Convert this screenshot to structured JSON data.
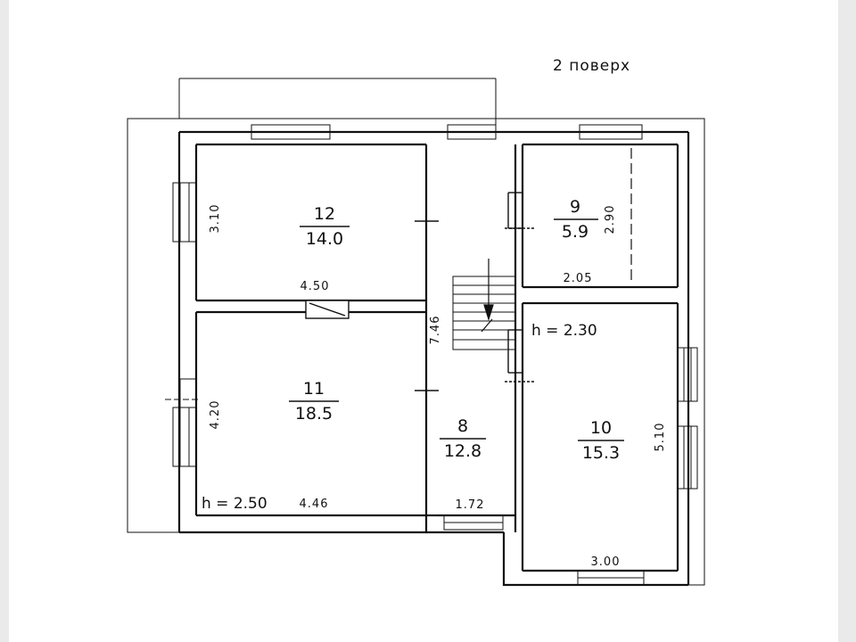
{
  "document": {
    "type": "floor-plan",
    "title": "2  поверх",
    "language": "uk",
    "background_color": "#eaeaea",
    "paper_color": "#ffffff",
    "ink_color": "#111111"
  },
  "rooms": [
    {
      "id": "room-12",
      "number": "12",
      "area": "14.0",
      "dim_vertical": "3.10",
      "dim_horizontal": "4.50",
      "height_note": ""
    },
    {
      "id": "room-11",
      "number": "11",
      "area": "18.5",
      "dim_vertical": "4.20",
      "dim_horizontal": "4.46",
      "height_note": "h = 2.50"
    },
    {
      "id": "room-8",
      "number": "8",
      "area": "12.8",
      "dim_vertical": "7.46",
      "dim_horizontal": "1.72",
      "height_note": ""
    },
    {
      "id": "room-9",
      "number": "9",
      "area": "5.9",
      "dim_vertical": "2.90",
      "dim_horizontal": "2.05",
      "height_note": ""
    },
    {
      "id": "room-10",
      "number": "10",
      "area": "15.3",
      "dim_vertical": "5.10",
      "dim_horizontal": "3.00",
      "height_note": "h = 2.30"
    }
  ],
  "features": {
    "stair_label": "",
    "stair_direction": "down",
    "stair_step_count": 8,
    "door_count": 5,
    "window_count": 9
  }
}
